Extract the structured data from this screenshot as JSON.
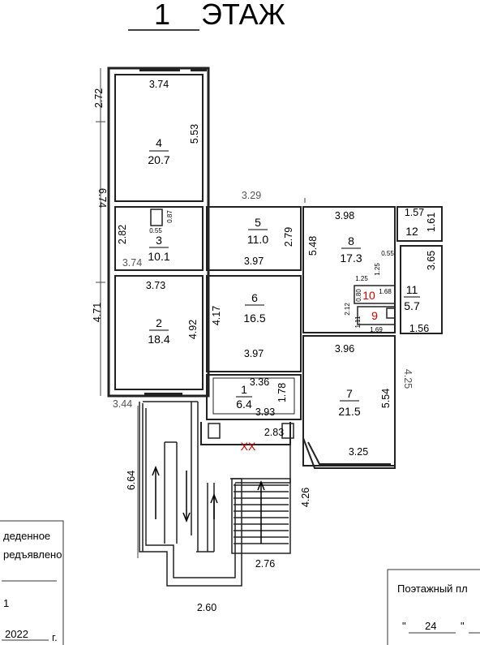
{
  "title": {
    "number": "1",
    "label": "ЭТАЖ"
  },
  "rooms": [
    {
      "number": "4",
      "area": "20.7"
    },
    {
      "number": "3",
      "area": "10.1"
    },
    {
      "number": "2",
      "area": "18.4"
    },
    {
      "number": "5",
      "area": "11.0"
    },
    {
      "number": "6",
      "area": "16.5"
    },
    {
      "number": "1",
      "area": "6.4"
    },
    {
      "number": "8",
      "area": "17.3"
    },
    {
      "number": "10",
      "area": ""
    },
    {
      "number": "9",
      "area": ""
    },
    {
      "number": "12",
      "area": "1.61"
    },
    {
      "number": "11",
      "area": "5.7"
    },
    {
      "number": "7",
      "area": "21.5"
    }
  ],
  "dims": {
    "d2_72": "2.72",
    "d6_74": "6.74",
    "d3_74a": "3.74",
    "d5_53": "5.53",
    "d2_82": "2.82",
    "d0_87": "0.87",
    "d0_55a": "0.55",
    "d3_74b": "3.74",
    "d3_73": "3.73",
    "d4_71": "4.71",
    "d4_92": "4.92",
    "d3_44": "3.44",
    "d2_79": "2.79",
    "d3_97a": "3.97",
    "d4_17": "4.17",
    "d3_97b": "3.97",
    "d3_36": "3.36",
    "d1_78": "1.78",
    "d3_93": "3.93",
    "d2_83": "2.83",
    "d3_98": "3.98",
    "d5_48": "5.48",
    "d0_55b": "0.55",
    "d1_25a": "1.25",
    "d1_25b": "1.25",
    "d1_68": "1.68",
    "d0_80": "0.80",
    "d2_12": "2.12",
    "d1_11": "1.11",
    "d1_69": "1.69",
    "d1_57": "1.57",
    "d3_65": "3.65",
    "d1_56": "1.56",
    "d3_96": "3.96",
    "d4_25": "4.25",
    "d5_54": "5.54",
    "d3_25": "3.25",
    "d4_26": "4.26",
    "d6_64": "6.64",
    "d2_76": "2.76",
    "d2_60": "2.60",
    "d3_29": "3.29"
  },
  "stair_mark": "XX",
  "notes": {
    "line1": "деденное",
    "line2": "редъявлено",
    "line3": "1",
    "date": "2022",
    "date_suffix": "г."
  },
  "stamp": {
    "title": "Поэтажный пл",
    "quote_open": "\"",
    "number": "24",
    "quote_close": "\""
  }
}
